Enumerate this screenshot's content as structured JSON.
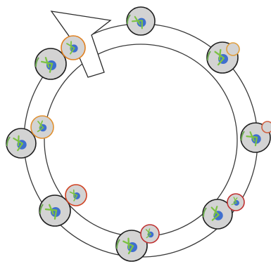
{
  "figure": {
    "colors": {
      "ring_stroke": "#3a3a3a",
      "cell_fill": "#d3d3d3",
      "cell_stroke": "#1e1e1e",
      "nucleus": "#3f6fcf",
      "spindle": "#7cc243",
      "bud_stroke": "#e07020",
      "bud_edge_green": "#6aa84f",
      "arrow_stroke": "#2a2a2a"
    },
    "arrow_icon": "cycle-direction-arrow",
    "stages": [
      {
        "id": "top",
        "has_bud": false,
        "bud_color": ""
      },
      {
        "id": "upper-right",
        "has_bud": true,
        "bud_color": "#e0a040"
      },
      {
        "id": "right",
        "has_bud": true,
        "bud_color": "#d06040"
      },
      {
        "id": "lower-right",
        "has_bud": true,
        "bud_color": "#c03030"
      },
      {
        "id": "bottom",
        "has_bud": true,
        "bud_color": "#c03030"
      },
      {
        "id": "lower-left",
        "has_bud": true,
        "bud_color": "#d04020"
      },
      {
        "id": "left",
        "has_bud": true,
        "bud_color": "#e09030"
      },
      {
        "id": "upper-left",
        "has_bud": true,
        "bud_color": "#e08020"
      }
    ]
  }
}
